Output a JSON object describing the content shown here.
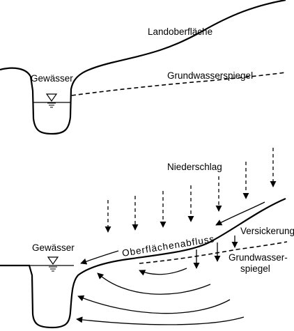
{
  "top_panel": {
    "land_surface_label": "Landoberfläche",
    "water_body_label": "Gewässer",
    "groundwater_table_label": "Grundwasserspiegel"
  },
  "bottom_panel": {
    "precipitation_label": "Niederschlag",
    "surface_runoff_label": "Oberflächenabfluss",
    "infiltration_label": "Versickerung",
    "water_body_label": "Gewässer",
    "groundwater_table_label_line1": "Grundwasser-",
    "groundwater_table_label_line2": "spiegel"
  },
  "colors": {
    "ink": "#000000",
    "background": "#ffffff"
  },
  "icons": {
    "water_level_marker": "inverted-triangle-water-level-icon",
    "precipitation_arrow": "dashed-down-arrow-icon"
  }
}
